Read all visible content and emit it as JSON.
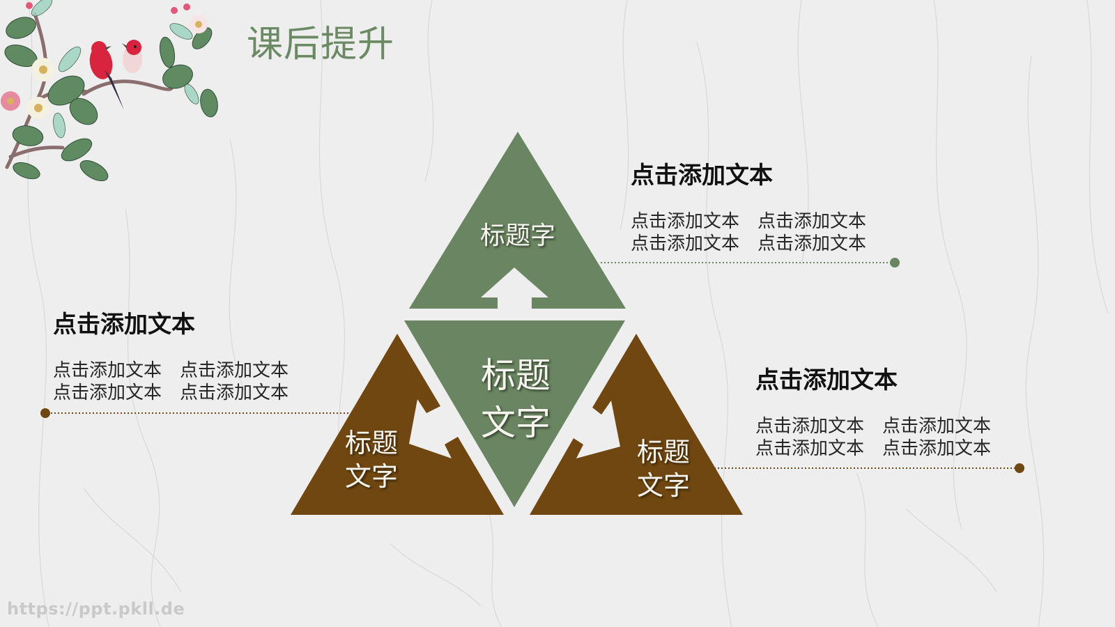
{
  "slide": {
    "title": "课后提升",
    "watermark": "https://ppt.pkll.de"
  },
  "colors": {
    "green": "#6a8561",
    "brown": "#704710",
    "title_green": "#6b8a63",
    "background": "#eeeeef"
  },
  "diagram": {
    "top_triangle": {
      "label": "标题字",
      "color": "green",
      "icon": "up-arrow-icon"
    },
    "center_triangle": {
      "label_line1": "标题",
      "label_line2": "文字",
      "color": "green"
    },
    "left_triangle": {
      "label_line1": "标题",
      "label_line2": "文字",
      "color": "brown",
      "icon": "arrow-up-left-icon"
    },
    "right_triangle": {
      "label_line1": "标题",
      "label_line2": "文字",
      "color": "brown",
      "icon": "arrow-down-left-icon"
    }
  },
  "text_blocks": {
    "top_right": {
      "heading": "点击添加文本",
      "rows": [
        [
          "点击添加文本",
          "点击添加文本"
        ],
        [
          "点击添加文本",
          "点击添加文本"
        ]
      ],
      "connector_color": "#6a8561"
    },
    "left": {
      "heading": "点击添加文本",
      "rows": [
        [
          "点击添加文本",
          "点击添加文本"
        ],
        [
          "点击添加文本",
          "点击添加文本"
        ]
      ],
      "connector_color": "#704710"
    },
    "bottom_right": {
      "heading": "点击添加文本",
      "rows": [
        [
          "点击添加文本",
          "点击添加文本"
        ],
        [
          "点击添加文本",
          "点击添加文本"
        ]
      ],
      "connector_color": "#704710"
    }
  }
}
